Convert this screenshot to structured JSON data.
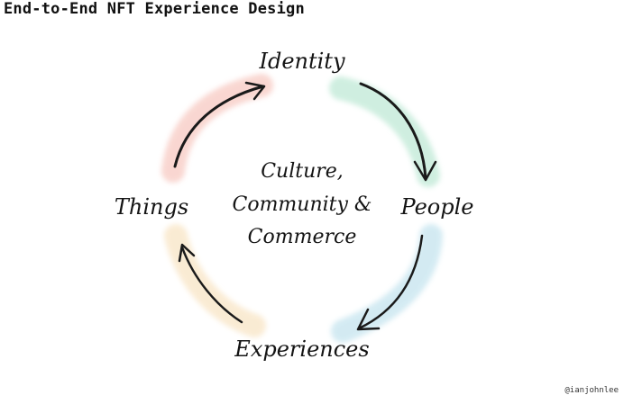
{
  "title": "End-to-End NFT Experience Design",
  "credit": "@ianjohnlee",
  "nodes": {
    "identity": "Identity",
    "people": "People",
    "experiences": "Experiences",
    "things": "Things"
  },
  "center": {
    "line1": "Culture,",
    "line2": "Community &",
    "line3": "Commerce"
  },
  "colors": {
    "identity_to_people": "#bfe9d6",
    "people_to_experiences": "#c9e6f0",
    "experiences_to_things": "#f9e8cc",
    "things_to_identity": "#f8cdc6",
    "arrow": "#1a1a1a"
  }
}
